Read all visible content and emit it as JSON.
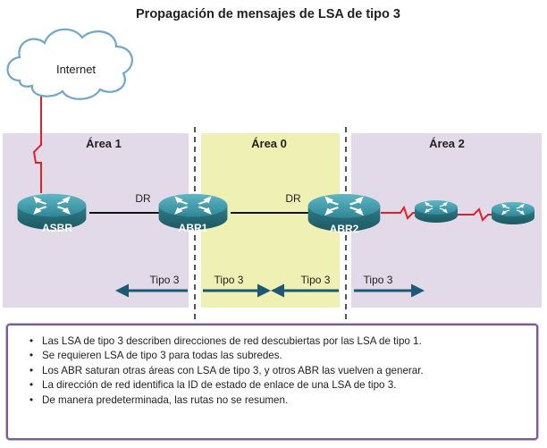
{
  "title": "Propagación de mensajes de LSA de tipo 3",
  "cloud": {
    "label": "Internet"
  },
  "areas": [
    {
      "id": "area1",
      "label": "Área 1",
      "color": "#e3dae9"
    },
    {
      "id": "area0",
      "label": "Área 0",
      "color": "#eef0b4"
    },
    {
      "id": "area2",
      "label": "Área 2",
      "color": "#e3dae9"
    }
  ],
  "routers": [
    {
      "id": "asbr",
      "label": "ASBR"
    },
    {
      "id": "abr1",
      "label": "ABR1"
    },
    {
      "id": "abr2",
      "label": "ABR2"
    },
    {
      "id": "r-area2-a",
      "label": ""
    },
    {
      "id": "r-area2-b",
      "label": ""
    }
  ],
  "dr_labels": [
    "DR",
    "DR"
  ],
  "lsa_labels": [
    "Tipo 3",
    "Tipo 3",
    "Tipo 3",
    "Tipo 3"
  ],
  "notes": [
    "Las LSA de tipo 3 describen direcciones de red descubiertas por las LSA de tipo 1.",
    "Se requieren LSA de tipo 3 para todas las subredes.",
    "Los ABR saturan otras áreas con LSA de tipo 3, y otros ABR las vuelven a generar.",
    "La dirección de red identifica la ID de estado de enlace de una LSA de tipo 3.",
    "De manera predeterminada, las rutas no se resumen."
  ],
  "colors": {
    "router_body": "#2f7f8c",
    "router_top": "#4aa3b2",
    "arrow": "#1f5874",
    "serial_link": "#e0212b",
    "ethernet_link": "#111111"
  }
}
